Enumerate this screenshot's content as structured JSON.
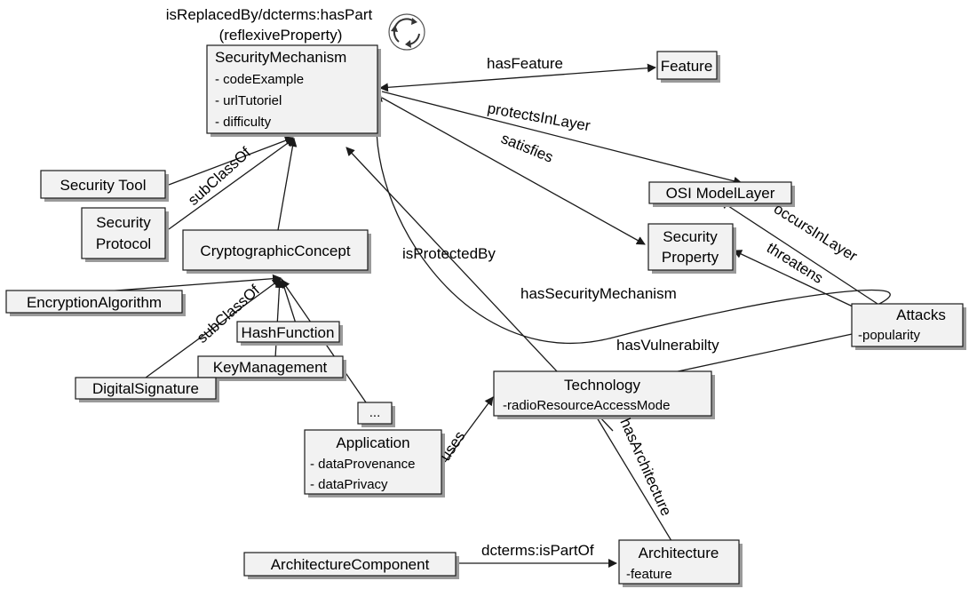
{
  "classes": {
    "security_mechanism": {
      "name": "SecurityMechanism",
      "attributes": [
        "- codeExample",
        "- urlTutoriel",
        "- difficulty"
      ]
    },
    "feature": {
      "name": "Feature"
    },
    "security_tool": {
      "name": "Security Tool"
    },
    "security_protocol": {
      "name": [
        "Security",
        "Protocol"
      ]
    },
    "cryptographic_concept": {
      "name": "CryptographicConcept"
    },
    "osi_model_layer": {
      "name": "OSI ModelLayer"
    },
    "security_property": {
      "name": [
        "Security",
        "Property"
      ]
    },
    "encryption_algorithm": {
      "name": "EncryptionAlgorithm"
    },
    "hash_function": {
      "name": "HashFunction"
    },
    "key_management": {
      "name": "KeyManagement"
    },
    "digital_signature": {
      "name": "DigitalSignature"
    },
    "ellipsis": {
      "name": "..."
    },
    "attacks": {
      "name": "Attacks",
      "attributes": [
        "-popularity"
      ]
    },
    "technology": {
      "name": "Technology",
      "attributes": [
        "-radioResourceAccessMode"
      ]
    },
    "application": {
      "name": "Application",
      "attributes": [
        "- dataProvenance",
        "- dataPrivacy"
      ]
    },
    "architecture_component": {
      "name": "ArchitectureComponent"
    },
    "architecture": {
      "name": "Architecture",
      "attributes": [
        "-feature"
      ]
    }
  },
  "relations": {
    "reflexive_top": "isReplacedBy/dcterms:hasPart",
    "reflexive_bottom": "(reflexiveProperty)",
    "has_feature": "hasFeature",
    "protects_in_layer": "protectsInLayer",
    "satisfies": "satisfies",
    "subclass_of_1": "subClassOf",
    "subclass_of_2": "subClassOf",
    "is_protected_by": "isProtectedBy",
    "has_security_mechanism": "hasSecurityMechanism",
    "occurs_in_layer": "occursInLayer",
    "threatens": "threatens",
    "has_vulnerability": "hasVulnerabilty",
    "uses": "uses",
    "has_architecture": "hasArchitecture",
    "is_part_of": "dcterms:isPartOf"
  },
  "icons": {
    "reflexive": "cycle-arrows-icon"
  },
  "colors": {
    "box_fill": "#f2f2f2",
    "box_stroke": "#1a1a1a",
    "shadow": "#9a9a9a"
  }
}
